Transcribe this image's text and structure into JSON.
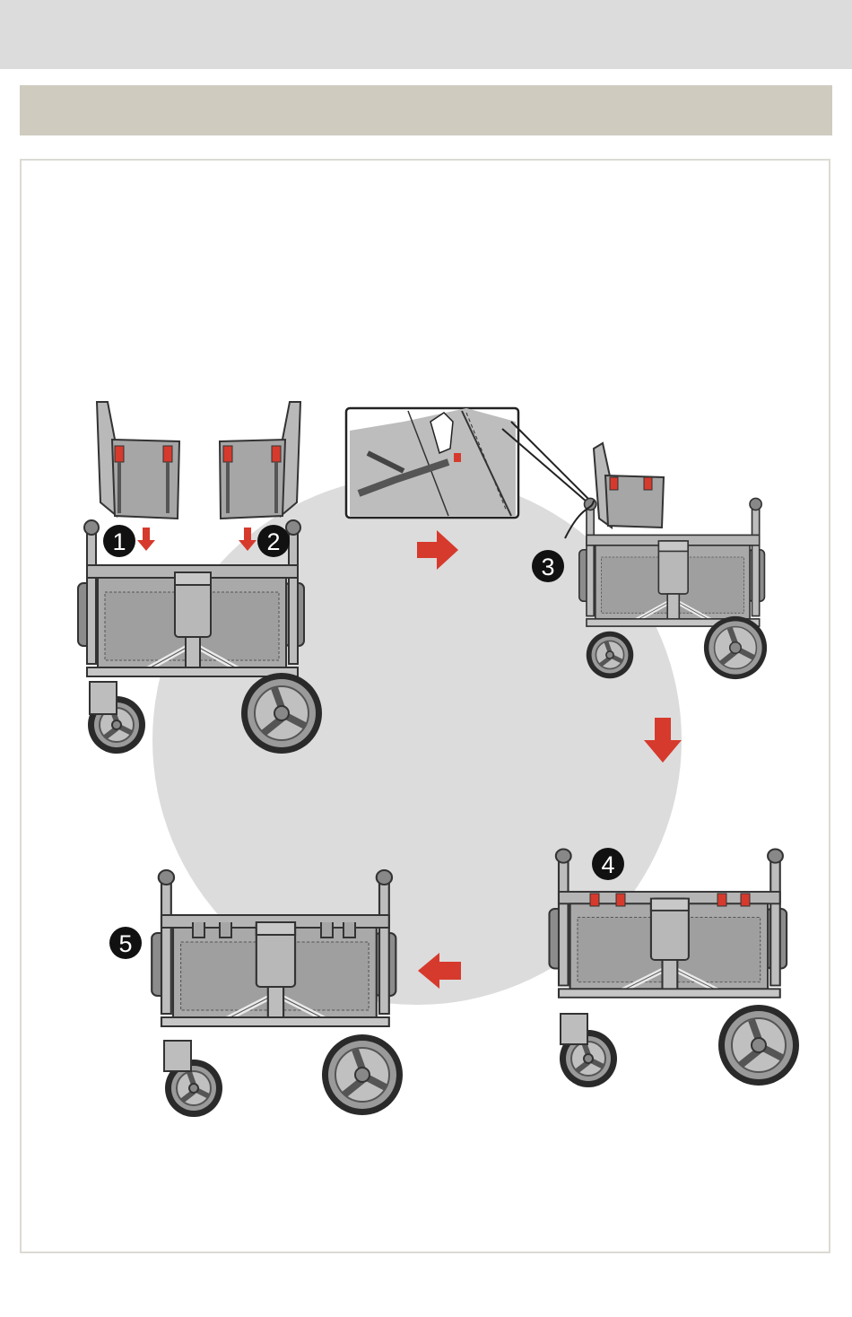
{
  "header": {
    "title": ""
  },
  "section": {
    "title": ""
  },
  "steps": [
    {
      "number": "1"
    },
    {
      "number": "2"
    },
    {
      "number": "3"
    },
    {
      "number": "4"
    },
    {
      "number": "5"
    }
  ],
  "colors": {
    "accent_red": "#d63a2c",
    "background_circle": "#dcdcdc",
    "step_badge": "#111111",
    "wagon_fabric": "#a9a9a9"
  }
}
